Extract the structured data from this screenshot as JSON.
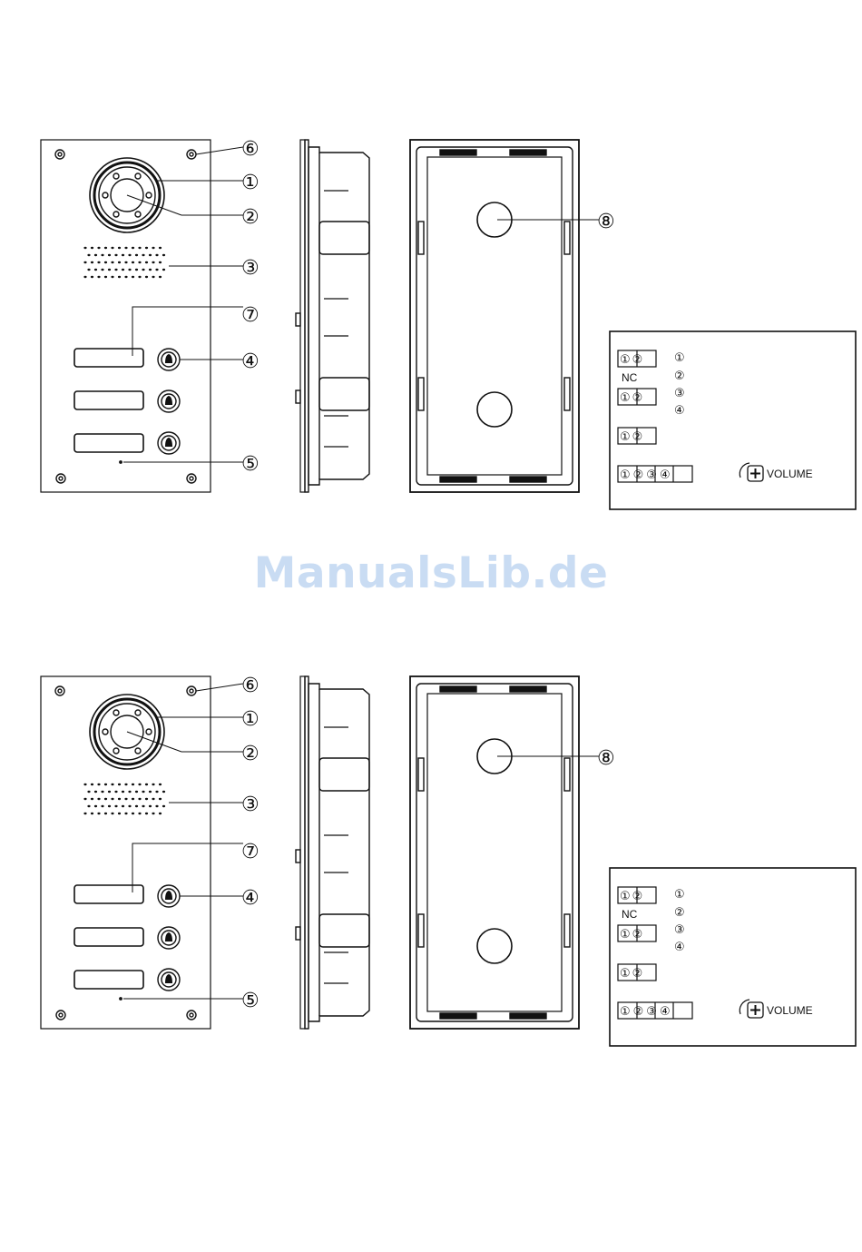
{
  "watermark": "ManualsLib.de",
  "callouts": {
    "c1": "①",
    "c2": "②",
    "c3": "③",
    "c4": "④",
    "c5": "⑤",
    "c6": "⑥",
    "c7": "⑦",
    "c8": "⑧"
  },
  "legend": {
    "block1_terminals": "①②",
    "nc_label": "NC",
    "block2_terminals": "①②",
    "block3_terminals": "①②",
    "block4_terminals": "①②③④",
    "item_numbers": [
      "①",
      "②",
      "③",
      "④"
    ],
    "volume_label": "VOLUME",
    "volume_icon": "plus-knob-icon"
  },
  "figures": [
    "fig-top",
    "fig-bottom"
  ]
}
